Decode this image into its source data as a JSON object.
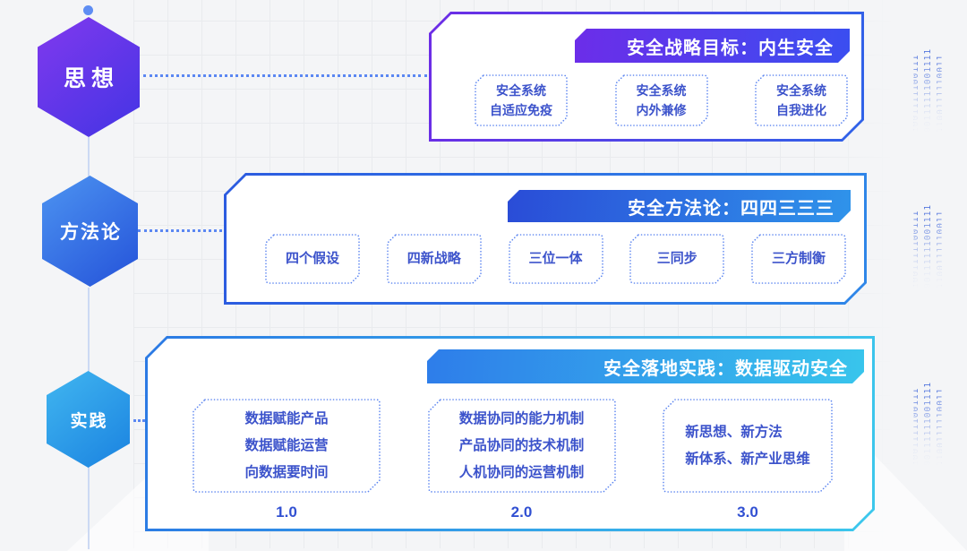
{
  "flow": {
    "levels": [
      {
        "label": "思想"
      },
      {
        "label": "方法论"
      },
      {
        "label": "实践"
      }
    ]
  },
  "panels": [
    {
      "banner": "安全战略目标：内生安全",
      "boxes": [
        {
          "lines": [
            "安全系统",
            "自适应免疫"
          ]
        },
        {
          "lines": [
            "安全系统",
            "内外兼修"
          ]
        },
        {
          "lines": [
            "安全系统",
            "自我进化"
          ]
        }
      ]
    },
    {
      "banner": "安全方法论：四四三三三",
      "boxes": [
        {
          "lines": [
            "四个假设"
          ]
        },
        {
          "lines": [
            "四新战略"
          ]
        },
        {
          "lines": [
            "三位一体"
          ]
        },
        {
          "lines": [
            "三同步"
          ]
        },
        {
          "lines": [
            "三方制衡"
          ]
        }
      ]
    },
    {
      "banner": "安全落地实践：数据驱动安全",
      "boxes": [
        {
          "lines": [
            "数据赋能产品",
            "数据赋能运营",
            "向数据要时间"
          ],
          "version": "1.0"
        },
        {
          "lines": [
            "数据协同的能力机制",
            "产品协同的技术机制",
            "人机协同的运营机制"
          ],
          "version": "2.0"
        },
        {
          "lines": [
            "新思想、新方法",
            "新体系、新产业思维"
          ],
          "version": "3.0"
        }
      ]
    }
  ],
  "decor": {
    "binary_columns": [
      "10.",
      "100011110011",
      "1001111100111",
      "00111111001111",
      "1100111110011",
      "110011110",
      "11."
    ],
    "colors": {
      "accent_purple": "#6d2ce6",
      "accent_blue": "#2f63e8",
      "accent_cyan": "#3cc8ec",
      "box_text": "#3c53cb",
      "dot_border": "#5c85f0",
      "connector_dot": "#5b87f2"
    }
  }
}
